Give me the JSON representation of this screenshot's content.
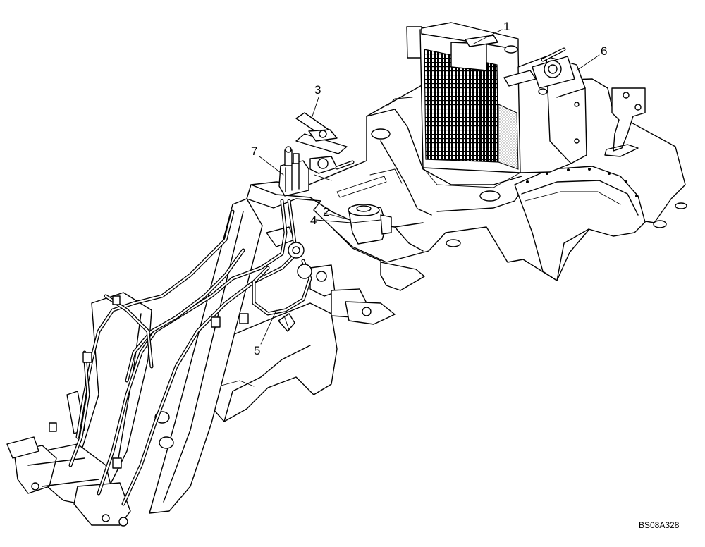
{
  "callouts": {
    "c1": "1",
    "c2": "2",
    "c3": "3",
    "c4": "4",
    "c5": "5",
    "c6": "6",
    "c7": "7"
  },
  "reference_code": "BS08A328",
  "colors": {
    "ink": "#000000",
    "paper": "#ffffff"
  }
}
